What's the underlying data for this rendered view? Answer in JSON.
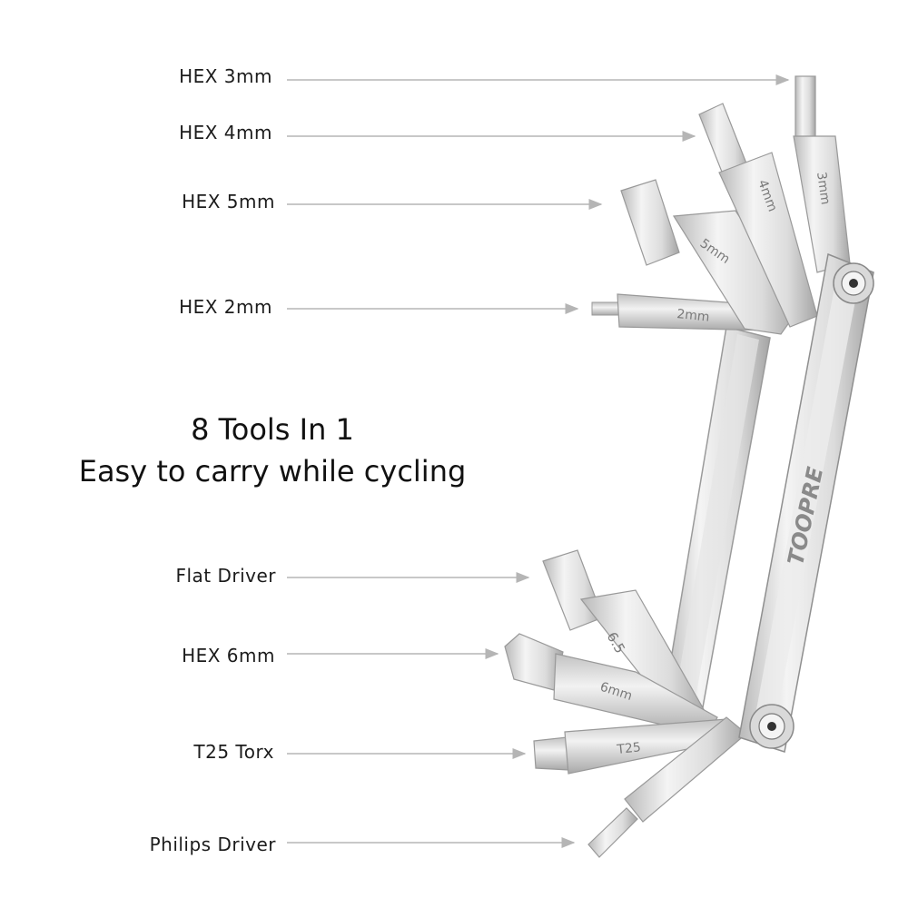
{
  "headline": {
    "line1": "8 Tools In 1",
    "line2": "Easy to carry while cycling"
  },
  "labels": [
    "HEX 3mm",
    "HEX 4mm",
    "HEX 5mm",
    "HEX 2mm",
    "Flat Driver",
    "HEX 6mm",
    "T25 Torx",
    "Philips Driver"
  ],
  "bit_markings": {
    "hex3": "3mm",
    "hex4": "4mm",
    "hex5": "5mm",
    "hex2": "2mm",
    "flat": "6.5",
    "hex6": "6mm",
    "torx": "T25"
  },
  "brand": "TOOPRE",
  "colors": {
    "steel_light": "#eeeeee",
    "steel_mid": "#cfcfcf",
    "steel_dark": "#9a9a9a",
    "arrow": "#b5b5b5",
    "text": "#1c1c1c"
  }
}
